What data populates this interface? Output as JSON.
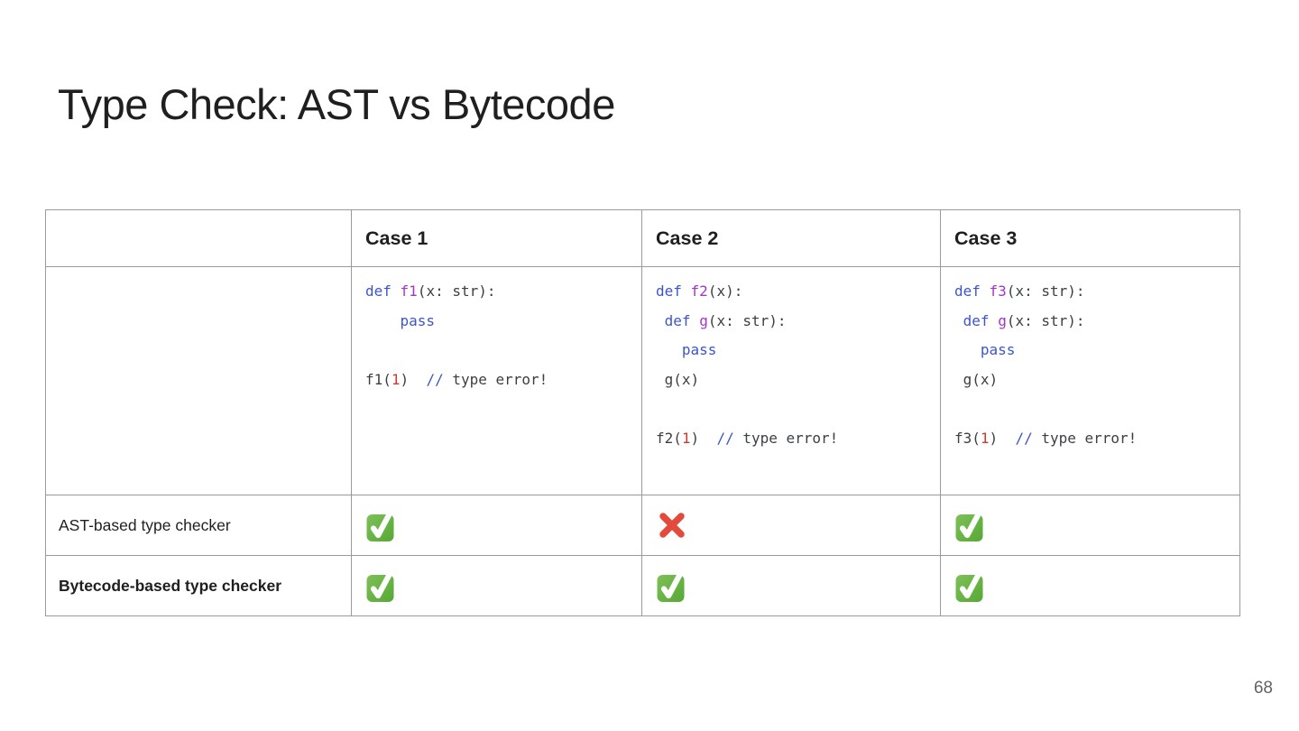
{
  "slide": {
    "title": "Type Check: AST vs Bytecode",
    "page_number": "68"
  },
  "colors": {
    "heading_text": "#1f1f1f",
    "code_text": "#3c4043",
    "keyword": "#3c55cc",
    "function_name": "#a335c8",
    "number_literal": "#cc3b2e",
    "border": "#9a9a9a",
    "page_number_text": "#5f6368",
    "check_green_light": "#7ec058",
    "check_green_dark": "#56a836",
    "cross_red": "#e24b3c",
    "check_mark_white": "#ffffff"
  },
  "table": {
    "headers": {
      "corner": "",
      "case1": "Case 1",
      "case2": "Case 2",
      "case3": "Case 3"
    },
    "code": {
      "case1": [
        [
          [
            "kw",
            "def"
          ],
          [
            "pl",
            " "
          ],
          [
            "fn",
            "f1"
          ],
          [
            "pl",
            "(x: str):"
          ]
        ],
        [
          [
            "pl",
            "    "
          ],
          [
            "kw",
            "pass"
          ]
        ],
        [],
        [
          [
            "pl",
            "f1("
          ],
          [
            "num",
            "1"
          ],
          [
            "pl",
            ")  "
          ],
          [
            "op",
            "//"
          ],
          [
            "pl",
            " type error!"
          ]
        ]
      ],
      "case2": [
        [
          [
            "kw",
            "def"
          ],
          [
            "pl",
            " "
          ],
          [
            "fn",
            "f2"
          ],
          [
            "pl",
            "(x):"
          ]
        ],
        [
          [
            "pl",
            " "
          ],
          [
            "kw",
            "def"
          ],
          [
            "pl",
            " "
          ],
          [
            "fn",
            "g"
          ],
          [
            "pl",
            "(x: str):"
          ]
        ],
        [
          [
            "pl",
            "   "
          ],
          [
            "kw",
            "pass"
          ]
        ],
        [
          [
            "pl",
            " g(x)"
          ]
        ],
        [],
        [
          [
            "pl",
            "f2("
          ],
          [
            "num",
            "1"
          ],
          [
            "pl",
            ")  "
          ],
          [
            "op",
            "//"
          ],
          [
            "pl",
            " type error!"
          ]
        ]
      ],
      "case3": [
        [
          [
            "kw",
            "def"
          ],
          [
            "pl",
            " "
          ],
          [
            "fn",
            "f3"
          ],
          [
            "pl",
            "(x: str):"
          ]
        ],
        [
          [
            "pl",
            " "
          ],
          [
            "kw",
            "def"
          ],
          [
            "pl",
            " "
          ],
          [
            "fn",
            "g"
          ],
          [
            "pl",
            "(x: str):"
          ]
        ],
        [
          [
            "pl",
            "   "
          ],
          [
            "kw",
            "pass"
          ]
        ],
        [
          [
            "pl",
            " g(x)"
          ]
        ],
        [],
        [
          [
            "pl",
            "f3("
          ],
          [
            "num",
            "1"
          ],
          [
            "pl",
            ")  "
          ],
          [
            "op",
            "//"
          ],
          [
            "pl",
            " type error!"
          ]
        ]
      ]
    },
    "rows": [
      {
        "label": "AST-based type checker",
        "results": [
          "check",
          "cross",
          "check"
        ]
      },
      {
        "label": "Bytecode-based type checker",
        "results": [
          "check",
          "check",
          "check"
        ]
      }
    ]
  }
}
